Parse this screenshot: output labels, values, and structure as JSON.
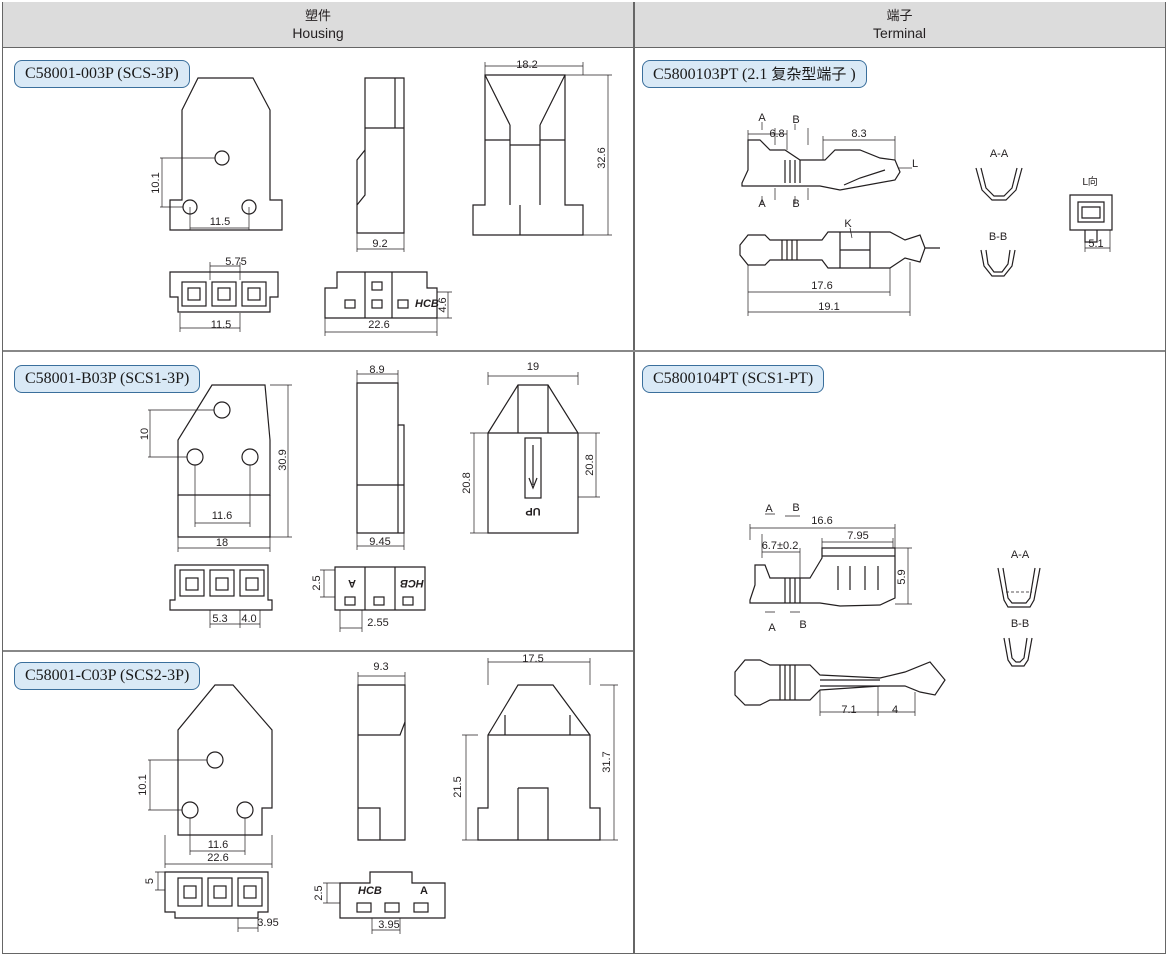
{
  "header": {
    "housing_zh": "塑件",
    "housing_en": "Housing",
    "terminal_zh": "端子",
    "terminal_en": "Terminal"
  },
  "sections": {
    "h1": "C58001-003P (SCS-3P)",
    "h2": "C58001-B03P (SCS1-3P)",
    "h3": "C58001-C03P (SCS2-3P)",
    "t1_pre": "C5800103PT (2.1 ",
    "t1_zh": "复杂型端子",
    "t1_post": " )",
    "t2": "C5800104PT (SCS1-PT)"
  },
  "dims": {
    "h1": {
      "d10_1": "10.1",
      "d11_5": "11.5",
      "d9_2": "9.2",
      "d18_2": "18.2",
      "d32_6": "32.6",
      "d5_75": "5.75",
      "d11_5b": "11.5",
      "d22_6": "22.6",
      "d4_6": "4.6",
      "hcb": "HCB"
    },
    "h2": {
      "d10": "10",
      "d30_9": "30.9",
      "d11_6": "11.6",
      "d18": "18",
      "d8_9": "8.9",
      "d9_45": "9.45",
      "d19": "19",
      "d20_8a": "20.8",
      "d20_8b": "20.8",
      "d5_3": "5.3",
      "d4_0": "4.0",
      "d2_5": "2.5",
      "d2_55": "2.55",
      "hcb": "HCB",
      "a": "A",
      "up": "UP"
    },
    "h3": {
      "d10_1": "10.1",
      "d11_6": "11.6",
      "d22_6": "22.6",
      "d9_3": "9.3",
      "d17_5": "17.5",
      "d21_5": "21.5",
      "d31_7": "31.7",
      "d5": "5",
      "d3_95a": "3.95",
      "d2_5": "2.5",
      "d3_95b": "3.95",
      "hcb": "HCB",
      "a": "A"
    },
    "t1": {
      "a1": "A",
      "b1": "B",
      "d6_8": "6.8",
      "d8_3": "8.3",
      "l": "L",
      "a2": "A",
      "b2": "B",
      "k": "K",
      "d17_6": "17.6",
      "d19_1": "19.1",
      "aa": "A-A",
      "bb": "B-B",
      "lview": "L向",
      "d5_1": "5.1"
    },
    "t2": {
      "a1": "A",
      "b1": "B",
      "d16_6": "16.6",
      "d6_7": "6.7±0.2",
      "d7_95": "7.95",
      "d5_9": "5.9",
      "a2": "A",
      "b2": "B",
      "aa": "A-A",
      "bb": "B-B",
      "d7_1": "7.1",
      "d4": "4"
    }
  }
}
